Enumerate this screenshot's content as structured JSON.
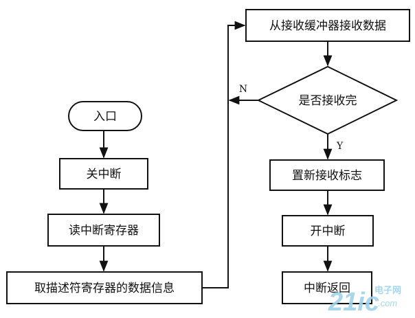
{
  "flowchart": {
    "left_column": {
      "entry": "入口",
      "step1": "关中断",
      "step2": "读中断寄存器",
      "step3": "取描述符寄存器的数据信息"
    },
    "right_column": {
      "step1": "从接收缓冲器接收数据",
      "decision": "是否接收完",
      "no_label": "N",
      "yes_label": "Y",
      "step2": "置新接收标志",
      "step3": "开中断",
      "step4": "中断返回"
    }
  },
  "watermark": {
    "big": "21ic",
    "small_top": "电子网",
    "small_bottom": ".com"
  },
  "colors": {
    "stroke": "#111111",
    "watermark": "#9fd3ea"
  }
}
